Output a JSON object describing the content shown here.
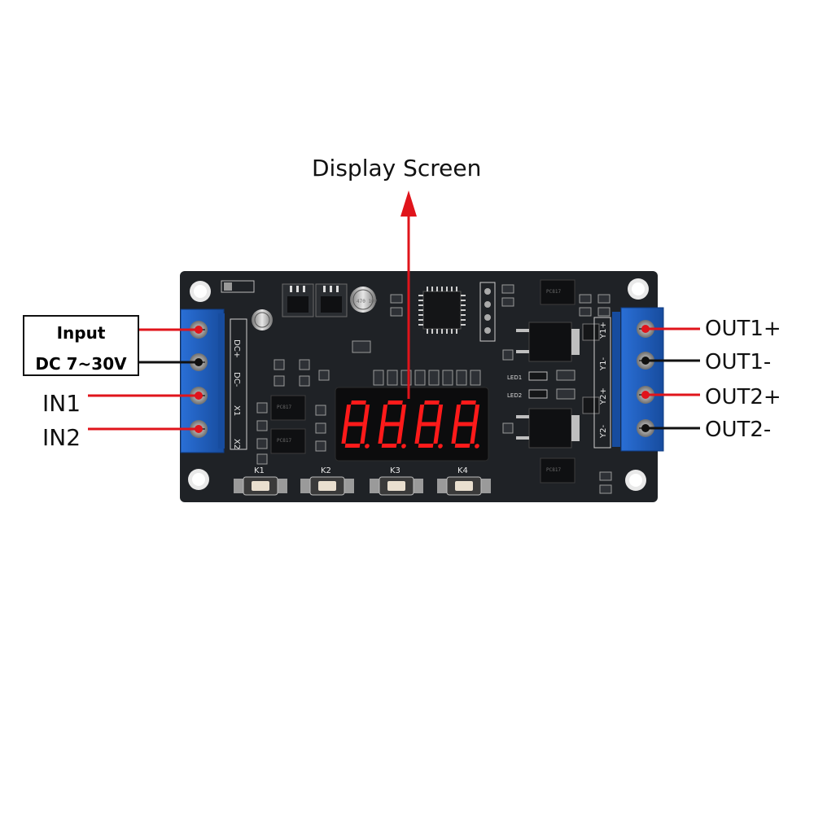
{
  "labels": {
    "display": "Display Screen",
    "input_line1": "Input",
    "input_line2": "DC 7~30V",
    "in1": "IN1",
    "in2": "IN2",
    "out1_plus": "OUT1+",
    "out1_minus": "OUT1-",
    "out2_plus": "OUT2+",
    "out2_minus": "OUT2-"
  },
  "display": {
    "digits": "8.8.8.8"
  },
  "board": {
    "left_terminals": [
      "DC+",
      "DC-",
      "X1",
      "X2"
    ],
    "buttons": [
      "K1",
      "K2",
      "K3",
      "K4"
    ],
    "right_terminals": [
      "Y1+",
      "Y1-",
      "Y2+",
      "Y2-"
    ],
    "led_labels": [
      "LED1",
      "LED2"
    ],
    "chip_code": "PC817",
    "capacitor_text": "470 10V"
  },
  "colors": {
    "arrow_red": "#e0141b",
    "line_black": "#111111",
    "pcb": "#1f2226",
    "terminal_blue": "#1f5fc0",
    "segment_red": "#ff1a1a"
  }
}
